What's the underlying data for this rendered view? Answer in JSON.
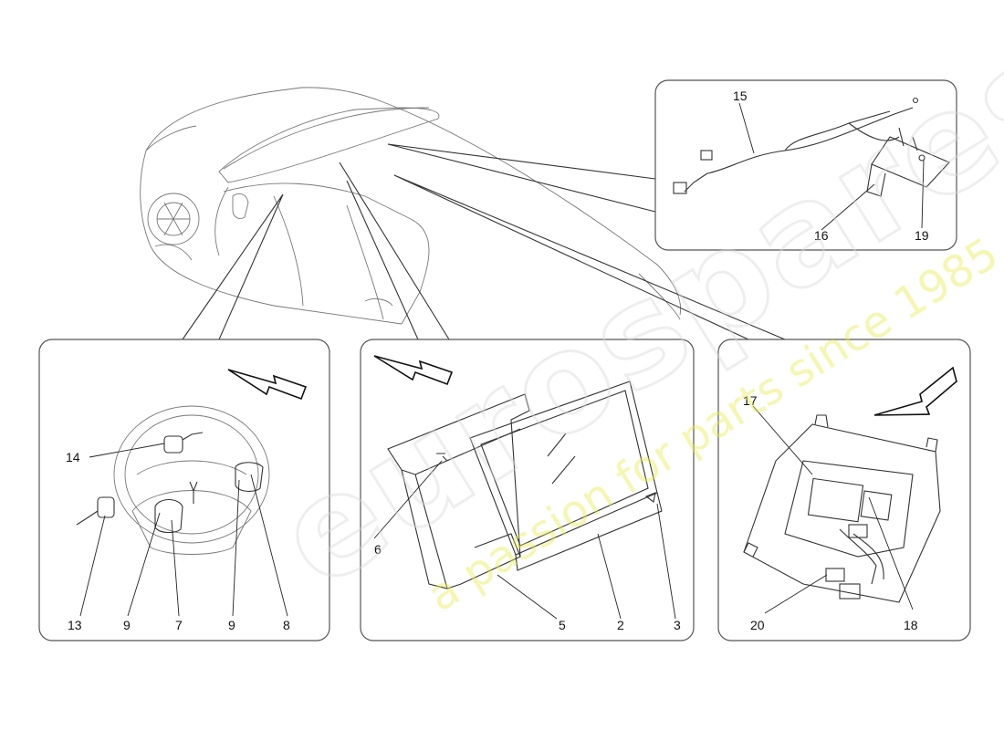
{
  "diagram": {
    "callouts": {
      "p15": "15",
      "p16": "16",
      "p19": "19",
      "p14": "14",
      "p13": "13",
      "p9a": "9",
      "p7": "7",
      "p9b": "9",
      "p8": "8",
      "p6": "6",
      "p5": "5",
      "p2": "2",
      "p3": "3",
      "p17": "17",
      "p18": "18",
      "p20": "20"
    },
    "watermark": {
      "brand": "eurospares",
      "tagline": "a passion for parts since 1985",
      "color": "#e9ec4a"
    }
  }
}
